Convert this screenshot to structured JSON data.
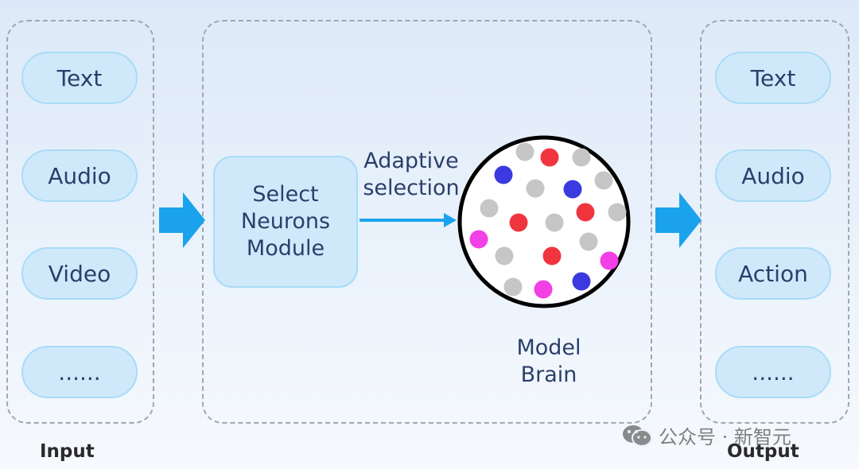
{
  "input": {
    "label": "Input",
    "items": [
      "Text",
      "Audio",
      "Video",
      "......"
    ]
  },
  "module": {
    "lines": [
      "Select",
      "Neurons",
      "Module"
    ]
  },
  "arrow_label": {
    "lines": [
      "Adaptive",
      "selection"
    ]
  },
  "brain": {
    "lines": [
      "Model",
      "Brain"
    ],
    "neurons": [
      {
        "color": "gray"
      },
      {
        "color": "red"
      },
      {
        "color": "gray"
      },
      {
        "color": "blue"
      },
      {
        "color": "gray"
      },
      {
        "color": "blue"
      },
      {
        "color": "gray"
      },
      {
        "color": "gray"
      },
      {
        "color": "red"
      },
      {
        "color": "gray"
      },
      {
        "color": "red"
      },
      {
        "color": "gray"
      },
      {
        "color": "magenta"
      },
      {
        "color": "gray"
      },
      {
        "color": "red"
      },
      {
        "color": "gray"
      },
      {
        "color": "magenta"
      },
      {
        "color": "gray"
      },
      {
        "color": "magenta"
      },
      {
        "color": "blue"
      }
    ]
  },
  "output": {
    "label": "Output",
    "items": [
      "Text",
      "Audio",
      "Action",
      "......"
    ]
  },
  "watermark": {
    "text": "公众号 · 新智元"
  },
  "colors": {
    "pill_fill": "#cfe9fb",
    "pill_border": "#a9dcf7",
    "arrow_blue": "#1aa3ec",
    "neuron_gray": "#c6c6c6",
    "neuron_red": "#f0353f",
    "neuron_blue": "#3a3ae0",
    "neuron_magenta": "#f23fe6"
  }
}
